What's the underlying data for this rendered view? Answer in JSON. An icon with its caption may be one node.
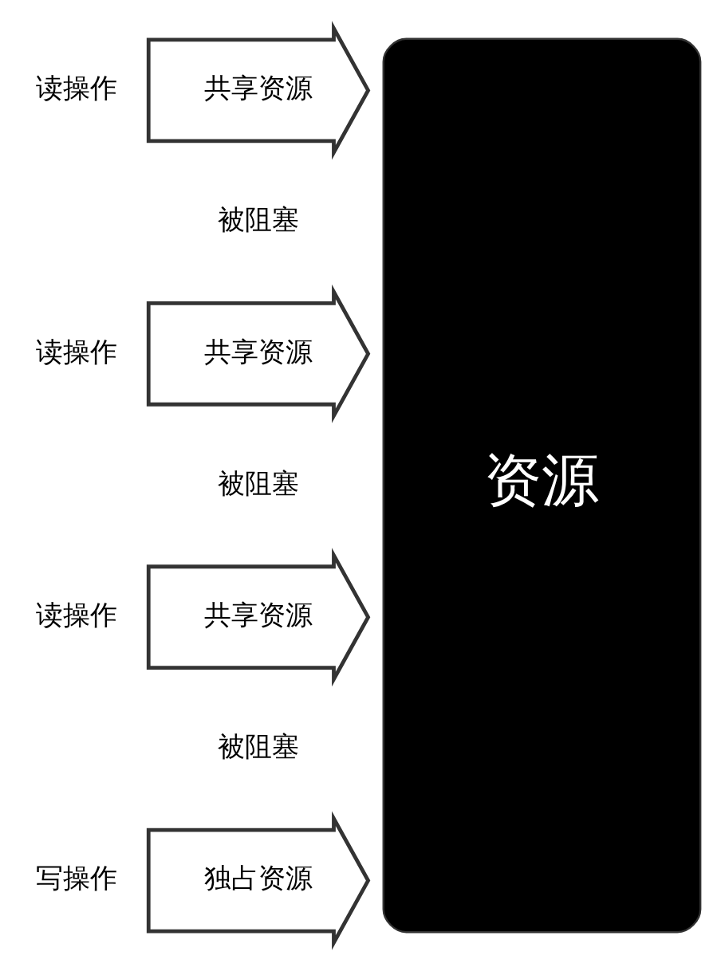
{
  "diagram": {
    "nodes": [
      {
        "text": [
          "资源"
        ]
      },
      {
        "text": [
          "共享资源"
        ],
        "beside": [
          "读操作",
          "被阻塞"
        ]
      },
      {
        "text": [
          "共享资源"
        ],
        "beside": [
          "读操作",
          "被阻塞"
        ]
      },
      {
        "text": [
          "共享资源"
        ],
        "beside": [
          "读操作",
          "被阻塞"
        ]
      },
      {
        "text": [
          "独占资源"
        ],
        "beside": [
          "写操作"
        ]
      }
    ],
    "edges": []
  }
}
